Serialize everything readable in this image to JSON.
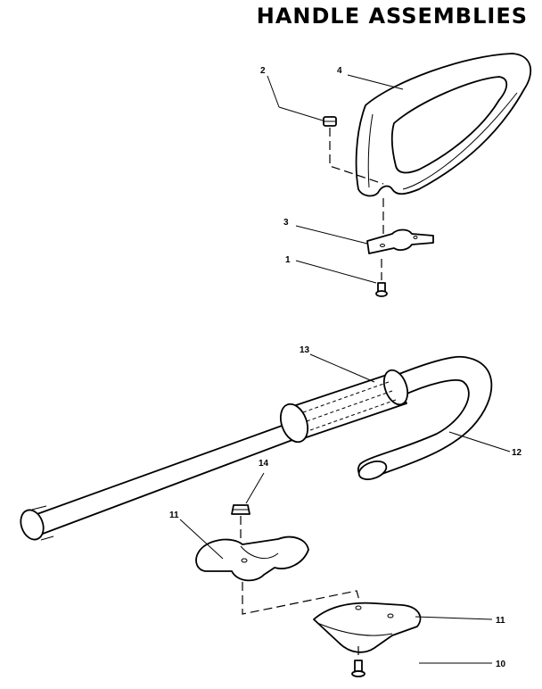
{
  "title": "HANDLE ASSEMBLIES",
  "callouts": {
    "c1": "1",
    "c2": "2",
    "c3": "3",
    "c4": "4",
    "c10": "10",
    "c11a": "11",
    "c11b": "11",
    "c12": "12",
    "c13": "13",
    "c14": "14"
  }
}
